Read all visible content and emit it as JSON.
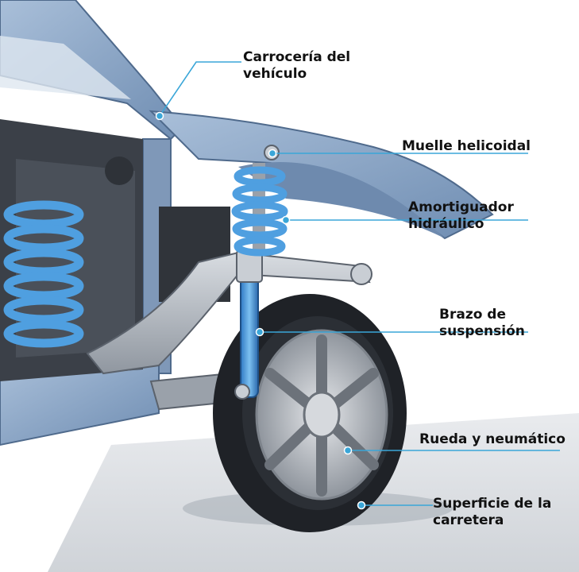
{
  "colors": {
    "accent": "#3aa6d8",
    "body": "#8fa9c9",
    "spring": "#4f9fe0",
    "tire": "#1f2227",
    "rim": "#b8bcc2",
    "chassis": "#3b4048"
  },
  "icons": [
    "callout-dot-icon"
  ],
  "labels": {
    "body": [
      "Carrocería del",
      "vehículo"
    ],
    "spring": [
      "Muelle helicoidal"
    ],
    "damper": [
      "Amortiguador",
      "hidráulico"
    ],
    "arm": [
      "Brazo de",
      "suspensión"
    ],
    "wheel": [
      "Rueda y neumático"
    ],
    "road": [
      "Superficie de la",
      "carretera"
    ]
  }
}
